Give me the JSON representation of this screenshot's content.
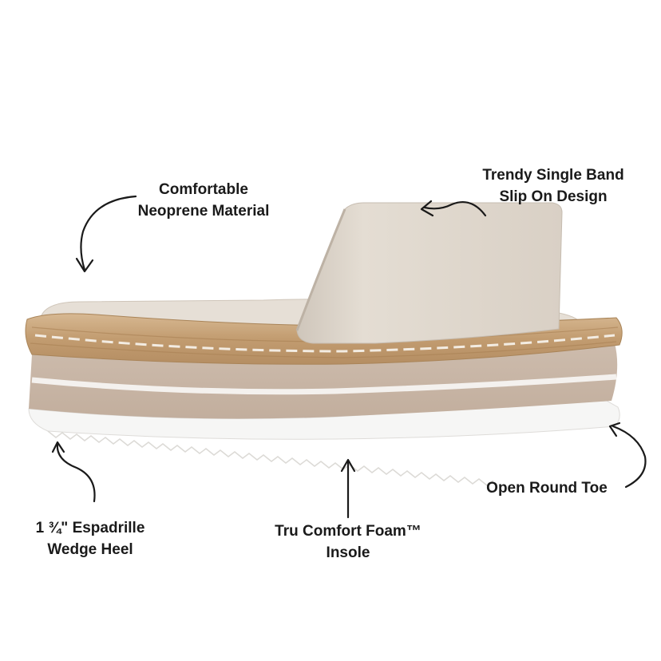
{
  "callouts": {
    "neoprene": {
      "line1": "Comfortable",
      "line2": "Neoprene Material"
    },
    "band": {
      "line1": "Trendy Single Band",
      "line2": "Slip On Design"
    },
    "toe": {
      "line1": "Open Round Toe"
    },
    "wedge": {
      "line1": "1 ¾\" Espadrille",
      "line2": "Wedge Heel"
    },
    "foam": {
      "line1": "Tru Comfort Foam™",
      "line2": "Insole"
    }
  },
  "colors": {
    "band": "#ddd5cb",
    "jute": "#c9a57c",
    "midsole": "#c8b6a6",
    "outsole": "#ffffff",
    "text": "#1a1a1a"
  }
}
